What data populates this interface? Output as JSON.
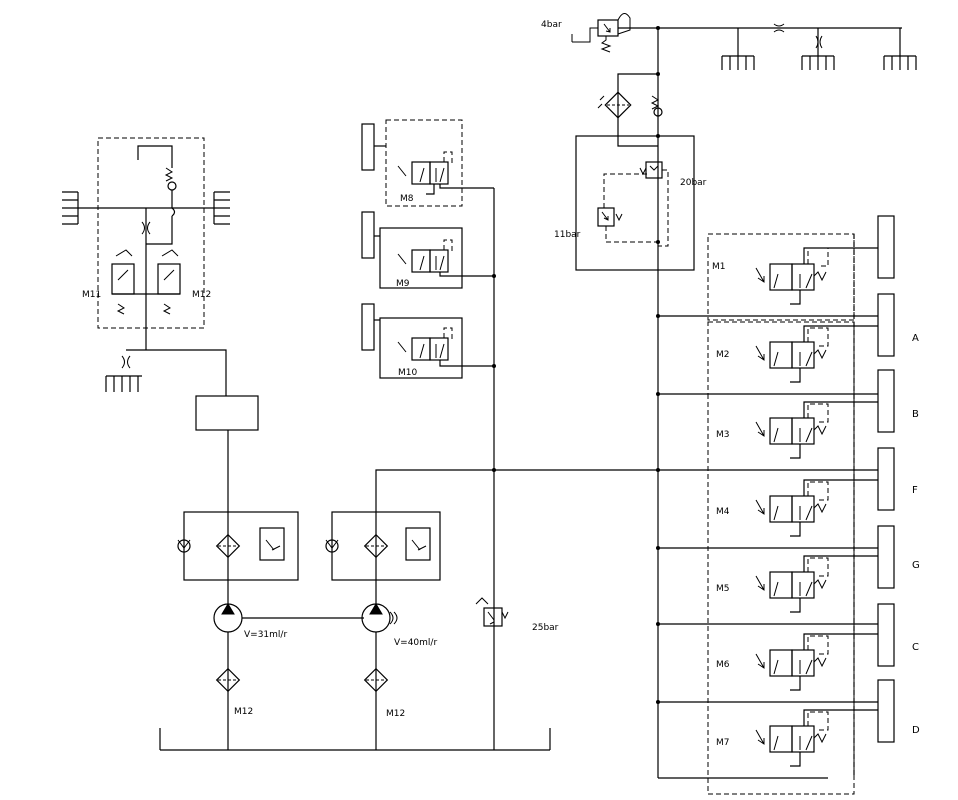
{
  "labels": {
    "p4": "4bar",
    "p20": "20bar",
    "p11": "11bar",
    "p25": "25bar",
    "m1": "M1",
    "m2": "M2",
    "m3": "M3",
    "m4": "M4",
    "m5": "M5",
    "m6": "M6",
    "m7": "M7",
    "m8": "M8",
    "m9": "M9",
    "m10": "M10",
    "m11": "M11",
    "m12top": "M12",
    "m12a": "M12",
    "m12b": "M12",
    "pump1": "V=31ml/r",
    "pump2": "V=40ml/r",
    "cylA": "A",
    "cylB": "B",
    "cylF": "F",
    "cylG": "G",
    "cylC": "C",
    "cylD": "D"
  }
}
